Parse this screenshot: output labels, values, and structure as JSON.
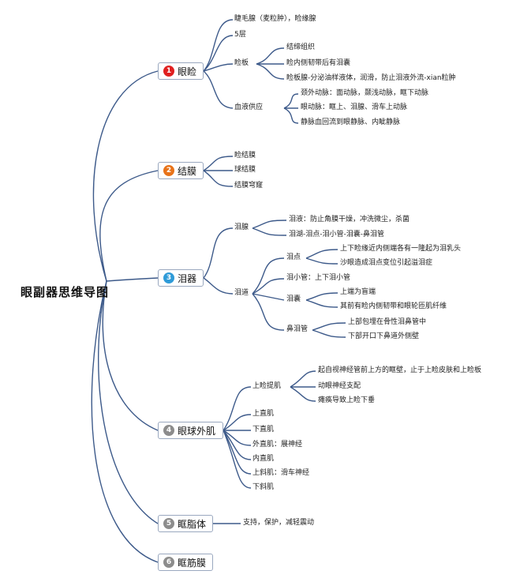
{
  "root": "眼副器思维导图",
  "branches": [
    {
      "num": "1",
      "color": "#e02020",
      "label": "眼睑"
    },
    {
      "num": "2",
      "color": "#e8731a",
      "label": "结膜"
    },
    {
      "num": "3",
      "color": "#2f9bd8",
      "label": "泪器"
    },
    {
      "num": "4",
      "color": "#8c8c8c",
      "label": "眼球外肌"
    },
    {
      "num": "5",
      "color": "#8c8c8c",
      "label": "眶脂体"
    },
    {
      "num": "6",
      "color": "#8c8c8c",
      "label": "眶筋膜"
    }
  ],
  "eyelid": {
    "items": [
      "睫毛腺（麦粒肿），睑缘腺",
      "5层",
      "睑板",
      "血液供应"
    ],
    "tarsus": [
      "结缔组织",
      "睑内侧韧带后有泪囊",
      "睑板腺-分泌油样液体，润滑，防止泪液外流-xian粒肿"
    ],
    "blood": [
      "颈外动脉：面动脉，颞浅动脉，眶下动脉",
      "眼动脉：眶上、泪腺、滑车上动脉",
      "静脉血回流到眼静脉、内眦静脉"
    ]
  },
  "conjunctiva": {
    "items": [
      "睑结膜",
      "球结膜",
      "结膜穹窿"
    ]
  },
  "lacrimal": {
    "gland": "泪腺",
    "gland_items": [
      "泪液：防止角膜干燥，冲洗微尘，杀菌",
      "泪湖-泪点-泪小管-泪囊-鼻泪管"
    ],
    "duct": "泪道",
    "punctum": "泪点",
    "punctum_items": [
      "上下睑缘近内侧端各有一隆起为泪乳头",
      "沙眼造成泪点变位引起溢泪症"
    ],
    "canaliculus": "泪小管：上下泪小管",
    "sac": "泪囊",
    "sac_items": [
      "上端为盲端",
      "其前有睑内侧韧带和眼轮匝肌纤维"
    ],
    "nasolacrimal": "鼻泪管",
    "nasolacrimal_items": [
      "上部包埋在骨性泪鼻管中",
      "下部开口下鼻道外侧壁"
    ]
  },
  "muscles": {
    "levator": "上睑提肌",
    "levator_items": [
      "起自视神经管前上方的眶壁，止于上睑皮肤和上睑板",
      "动眼神经支配",
      "瘫痪导致上睑下垂"
    ],
    "items": [
      "上直肌",
      "下直肌",
      "外直肌：展神经",
      "内直肌",
      "上斜肌：滑车神经",
      "下斜肌"
    ]
  },
  "fat": {
    "items": [
      "支持，保护，减轻震动"
    ]
  }
}
